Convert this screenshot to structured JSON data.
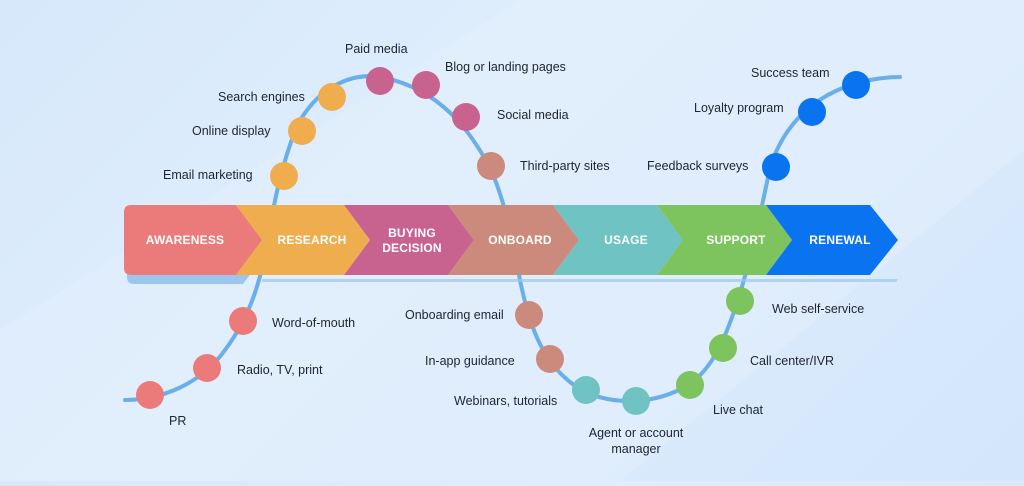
{
  "stages": [
    {
      "label": "AWARENESS",
      "color": "#eb7b7b"
    },
    {
      "label": "RESEARCH",
      "color": "#f0ad4e"
    },
    {
      "label": "BUYING\nDECISION",
      "color": "#c86390"
    },
    {
      "label": "ONBOARD",
      "color": "#cc8a7c"
    },
    {
      "label": "USAGE",
      "color": "#6fc3c3"
    },
    {
      "label": "SUPPORT",
      "color": "#7dc45e"
    },
    {
      "label": "RENEWAL",
      "color": "#0a74f0"
    }
  ],
  "touchpoints": {
    "pr": "PR",
    "radio_tv_print": "Radio, TV, print",
    "word_of_mouth": "Word-of-mouth",
    "email_marketing": "Email marketing",
    "online_display": "Online display",
    "search_engines": "Search engines",
    "paid_media": "Paid media",
    "blog_landing": "Blog or landing pages",
    "social_media": "Social media",
    "third_party": "Third-party sites",
    "onboarding_email": "Onboarding email",
    "in_app_guidance": "In-app guidance",
    "webinars": "Webinars, tutorials",
    "agent_manager": "Agent or account\nmanager",
    "live_chat": "Live chat",
    "call_center": "Call center/IVR",
    "web_self_service": "Web self-service",
    "feedback_surveys": "Feedback surveys",
    "loyalty_program": "Loyalty program",
    "success_team": "Success team"
  },
  "colors": {
    "path": "#6aaeea",
    "awareness": "#eb7b7b",
    "research": "#f0ad4e",
    "buying": "#c86390",
    "onboard": "#cc8a7c",
    "usage": "#6fc3c3",
    "support": "#7dc45e",
    "renewal": "#0a74f0"
  }
}
